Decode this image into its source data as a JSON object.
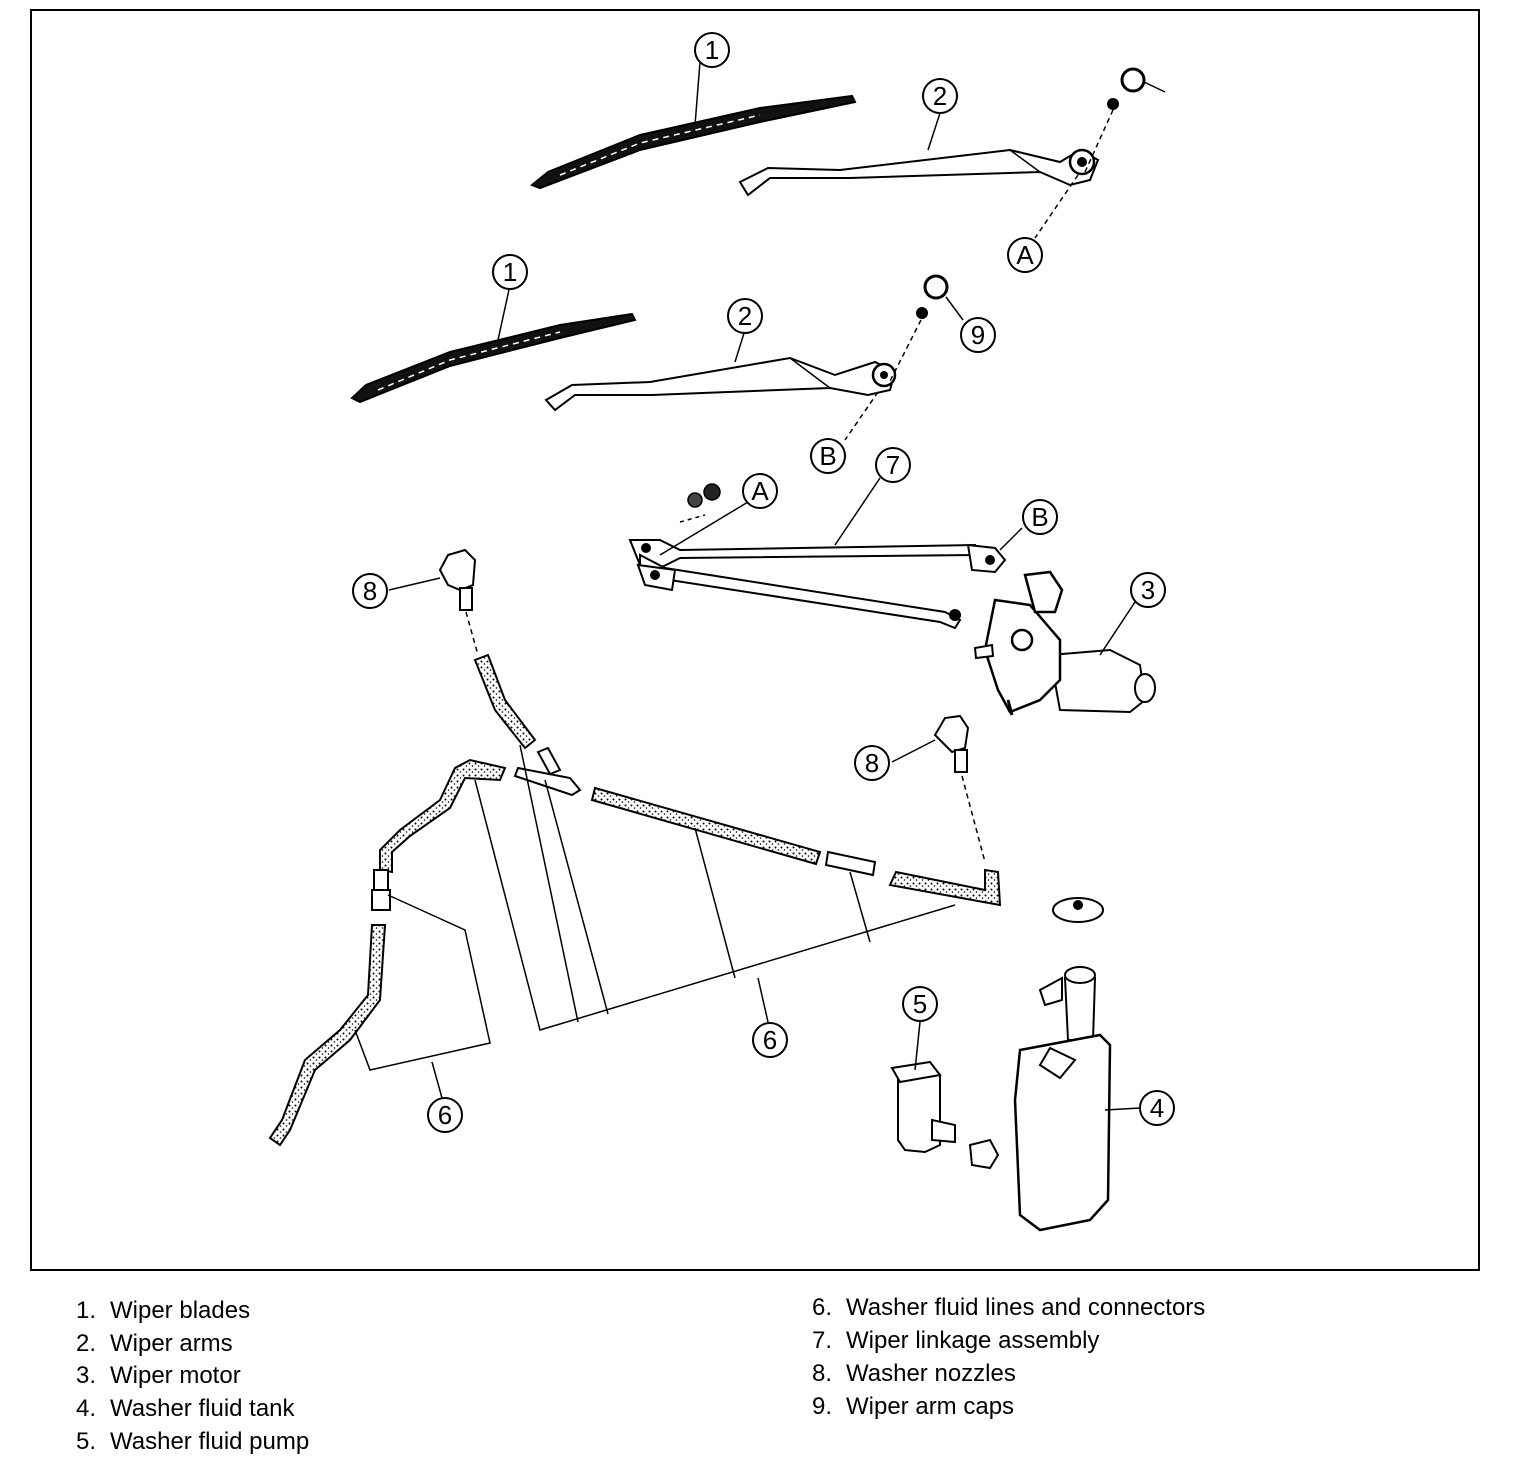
{
  "callouts": {
    "blade_upper": "1",
    "blade_lower": "1",
    "arm_upper": "2",
    "arm_lower": "2",
    "motor": "3",
    "tank": "4",
    "pump": "5",
    "lines_left": "6",
    "lines_center": "6",
    "linkage": "7",
    "nozzle_left": "8",
    "nozzle_right": "8",
    "arm_cap": "9",
    "ref_a_upper": "A",
    "ref_a_linkage": "A",
    "ref_b_lower": "B",
    "ref_b_linkage": "B"
  },
  "legend": [
    {
      "num": "1.",
      "text": "Wiper blades"
    },
    {
      "num": "2.",
      "text": "Wiper arms"
    },
    {
      "num": "3.",
      "text": "Wiper motor"
    },
    {
      "num": "4.",
      "text": "Washer fluid tank"
    },
    {
      "num": "5.",
      "text": "Washer fluid pump"
    },
    {
      "num": "6.",
      "text": "Washer fluid lines and connectors"
    },
    {
      "num": "7.",
      "text": "Wiper linkage assembly"
    },
    {
      "num": "8.",
      "text": "Washer nozzles"
    },
    {
      "num": "9.",
      "text": "Wiper arm caps"
    }
  ]
}
